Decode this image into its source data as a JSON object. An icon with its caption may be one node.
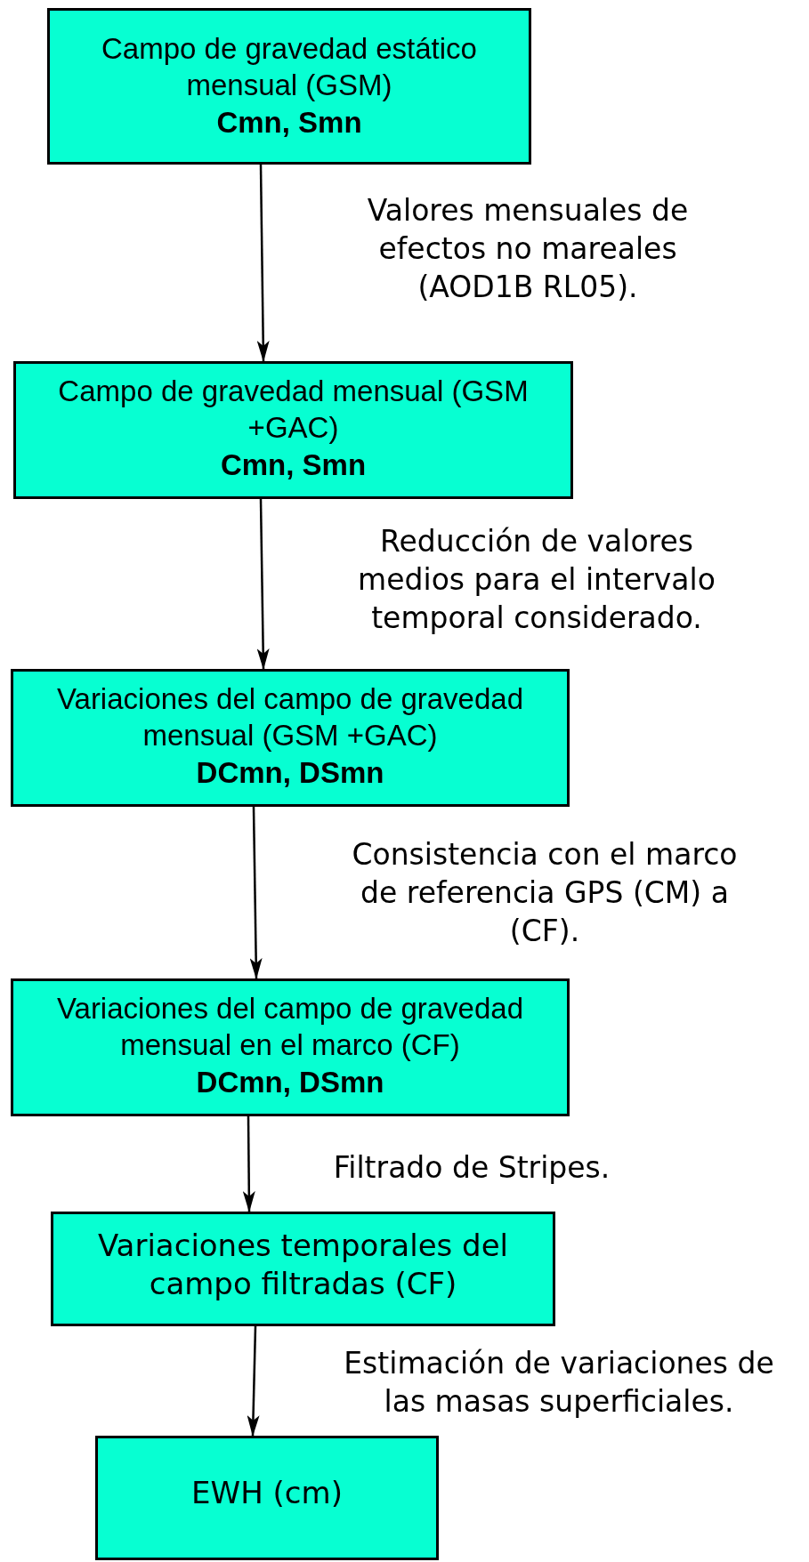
{
  "diagram": {
    "nodes": [
      {
        "text": [
          "Campo de gravedad estático mensual (GSM)",
          "Cmn, Smn"
        ]
      },
      {
        "text": [
          "Campo de gravedad mensual (GSM +GAC)",
          "Cmn, Smn"
        ]
      },
      {
        "text": [
          "Variaciones del campo de gravedad mensual (GSM +GAC)",
          "DCmn, DSmn"
        ]
      },
      {
        "text": [
          "Variaciones del campo de gravedad mensual en el marco (CF)",
          "DCmn, DSmn"
        ]
      },
      {
        "text": [
          "Variaciones temporales del campo filtradas (CF)"
        ]
      },
      {
        "text": [
          "EWH (cm)"
        ]
      }
    ],
    "edges": [
      {
        "from": 0,
        "to": 1,
        "arrow": "to",
        "label": "Valores mensuales de efectos no mareales (AOD1B RL05)."
      },
      {
        "from": 1,
        "to": 2,
        "arrow": "to",
        "label": "Reducción de valores medios para el intervalo temporal considerado."
      },
      {
        "from": 2,
        "to": 3,
        "arrow": "to",
        "label": "Consistencia con el marco de referencia GPS (CM) a (CF)."
      },
      {
        "from": 3,
        "to": 4,
        "arrow": "to",
        "label": "Filtrado de Stripes."
      },
      {
        "from": 4,
        "to": 5,
        "arrow": "to",
        "label": "Estimación de variaciones de las masas superficiales."
      }
    ]
  }
}
